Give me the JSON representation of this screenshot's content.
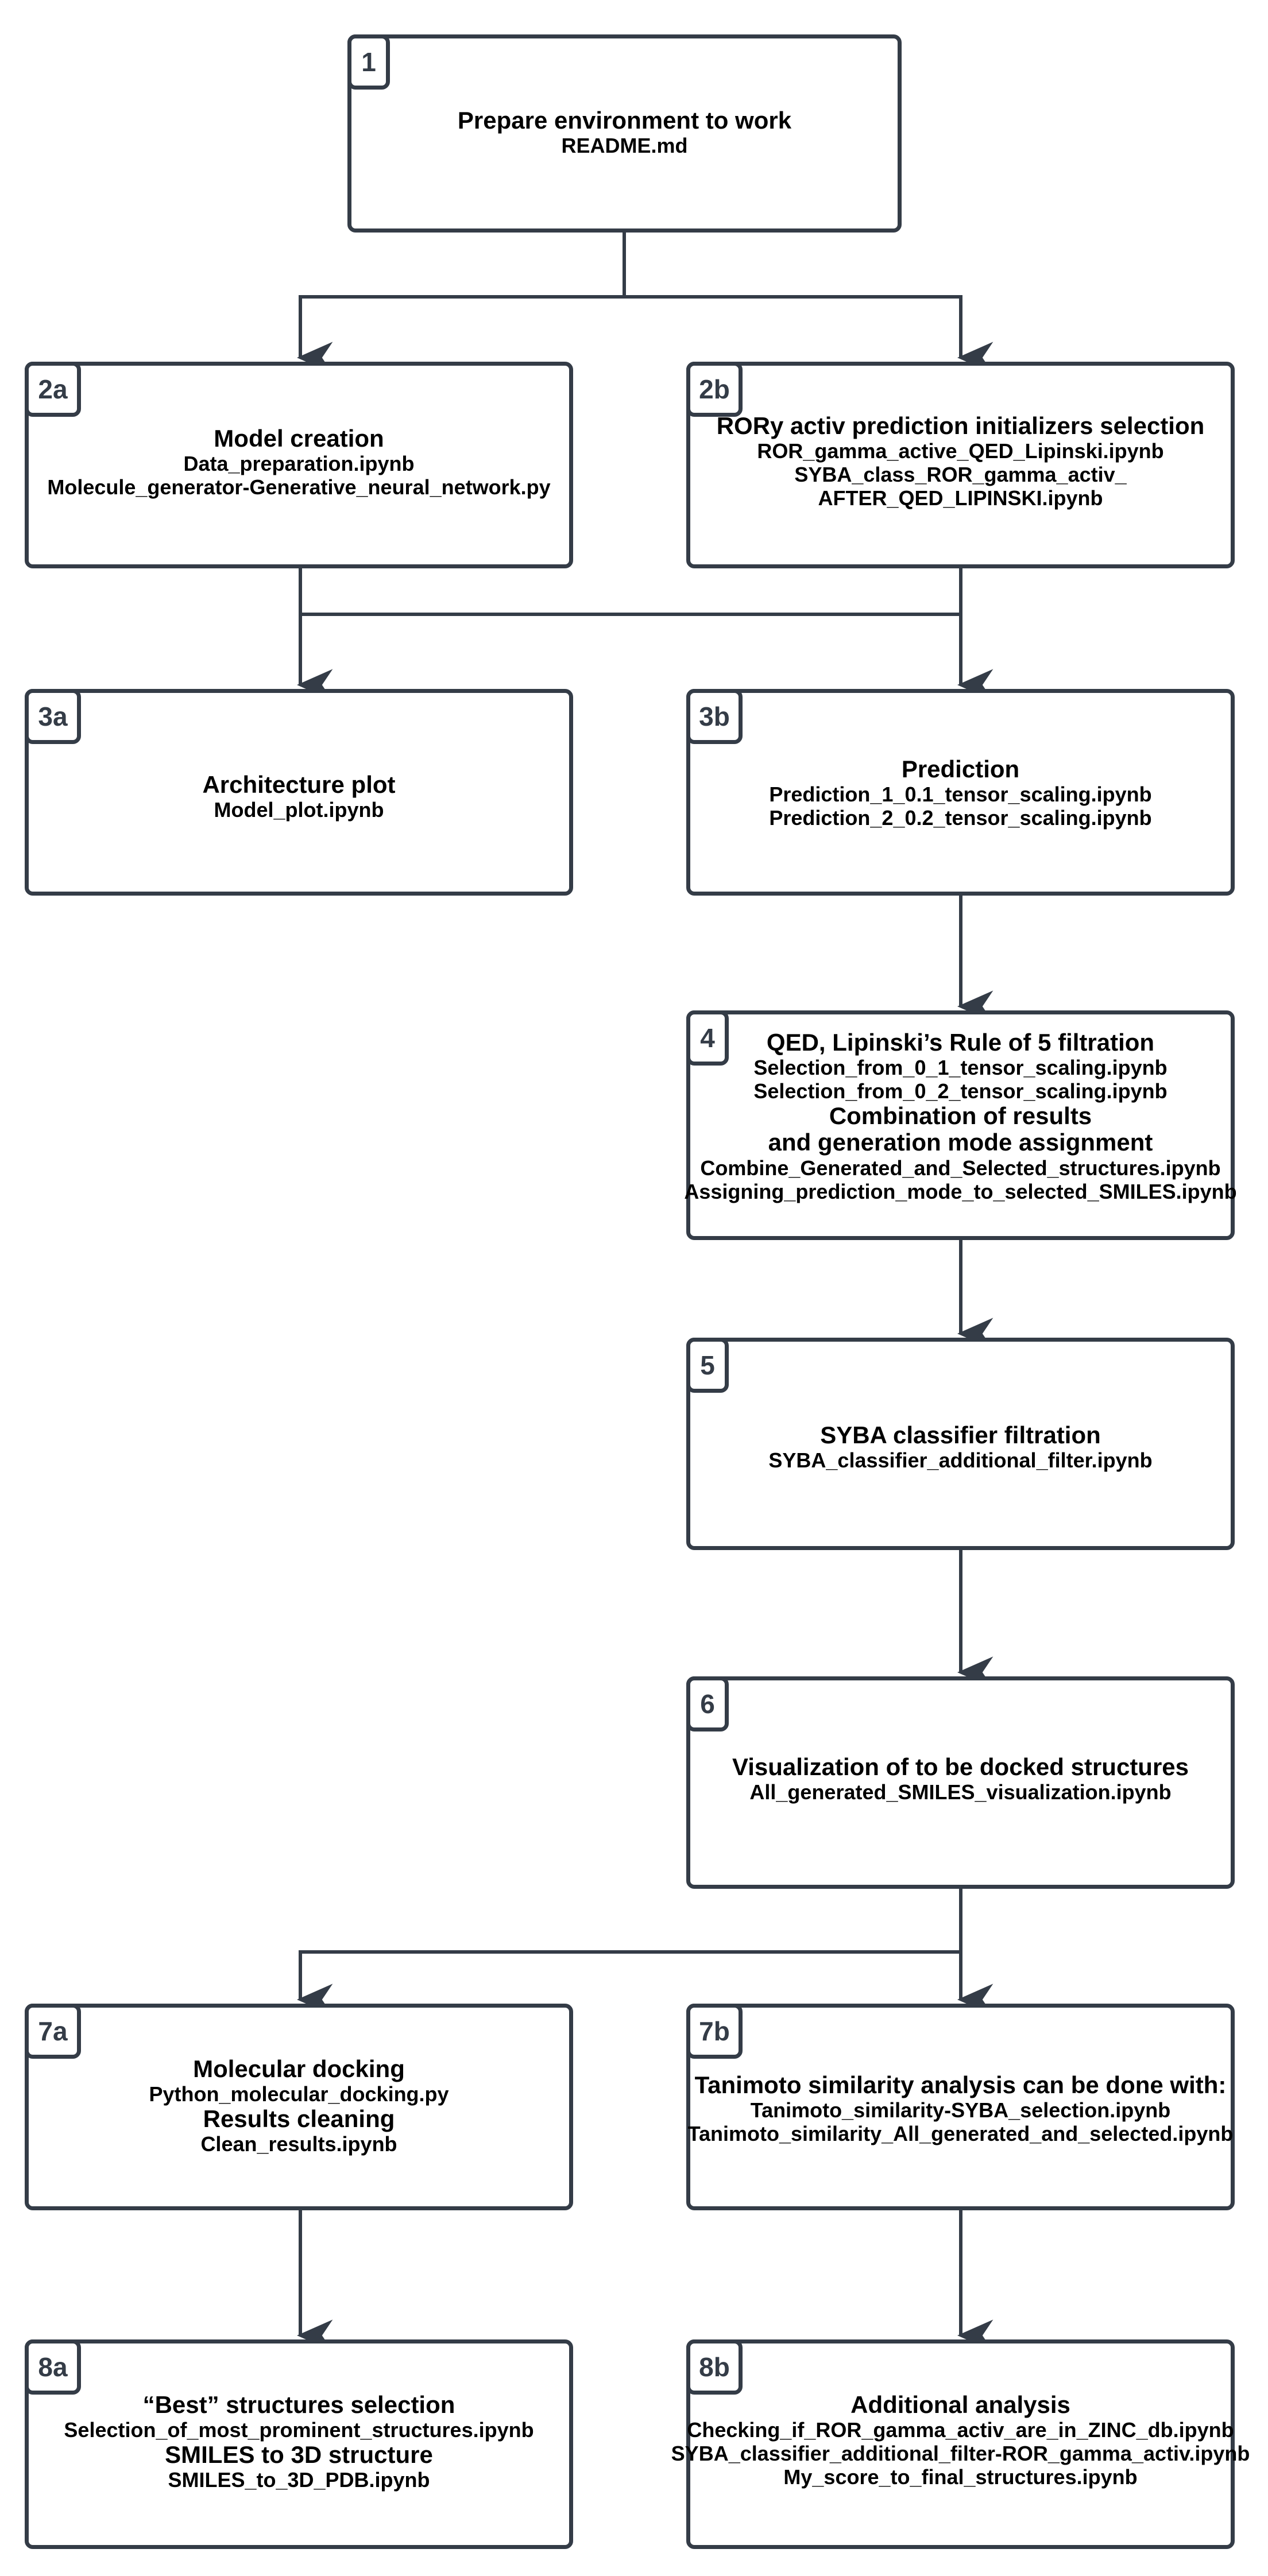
{
  "diagram": {
    "title": "Project workflow flowchart",
    "stroke_color": "#343c47",
    "text_color": "#000000",
    "background": "#ffffff"
  },
  "nodes": [
    {
      "id": "n1",
      "badge": "1",
      "lines": [
        {
          "text": "Prepare environment to work",
          "style": "title"
        },
        {
          "text": "README.md",
          "style": "sub"
        }
      ]
    },
    {
      "id": "n2a",
      "badge": "2a",
      "lines": [
        {
          "text": "Model creation",
          "style": "title"
        },
        {
          "text": "Data_preparation.ipynb",
          "style": "sub"
        },
        {
          "text": "Molecule_generator-Generative_neural_network.py",
          "style": "sub"
        }
      ]
    },
    {
      "id": "n2b",
      "badge": "2b",
      "lines": [
        {
          "text": "RORy activ prediction initializers selection",
          "style": "title"
        },
        {
          "text": "ROR_gamma_active_QED_Lipinski.ipynb",
          "style": "sub"
        },
        {
          "text": "SYBA_class_ROR_gamma_activ_",
          "style": "sub"
        },
        {
          "text": "AFTER_QED_LIPINSKI.ipynb",
          "style": "sub"
        }
      ]
    },
    {
      "id": "n3a",
      "badge": "3a",
      "lines": [
        {
          "text": "Architecture plot",
          "style": "title"
        },
        {
          "text": "Model_plot.ipynb",
          "style": "sub"
        }
      ]
    },
    {
      "id": "n3b",
      "badge": "3b",
      "lines": [
        {
          "text": "Prediction",
          "style": "title"
        },
        {
          "text": "Prediction_1_0.1_tensor_scaling.ipynb",
          "style": "sub"
        },
        {
          "text": "Prediction_2_0.2_tensor_scaling.ipynb",
          "style": "sub"
        }
      ]
    },
    {
      "id": "n4",
      "badge": "4",
      "lines": [
        {
          "text": "QED, Lipinski’s Rule of 5 filtration",
          "style": "title"
        },
        {
          "text": "Selection_from_0_1_tensor_scaling.ipynb",
          "style": "sub"
        },
        {
          "text": "Selection_from_0_2_tensor_scaling.ipynb",
          "style": "sub"
        },
        {
          "text": "Combination of results",
          "style": "title"
        },
        {
          "text": "and generation mode assignment",
          "style": "title"
        },
        {
          "text": "Combine_Generated_and_Selected_structures.ipynb",
          "style": "sub"
        },
        {
          "text": "Assigning_prediction_mode_to_selected_SMILES.ipynb",
          "style": "sub"
        }
      ]
    },
    {
      "id": "n5",
      "badge": "5",
      "lines": [
        {
          "text": "SYBA classifier filtration",
          "style": "title"
        },
        {
          "text": "SYBA_classifier_additional_filter.ipynb",
          "style": "sub"
        }
      ]
    },
    {
      "id": "n6",
      "badge": "6",
      "lines": [
        {
          "text": "Visualization of to be docked structures",
          "style": "title"
        },
        {
          "text": "All_generated_SMILES_visualization.ipynb",
          "style": "sub"
        }
      ]
    },
    {
      "id": "n7a",
      "badge": "7a",
      "lines": [
        {
          "text": "Molecular docking",
          "style": "title"
        },
        {
          "text": "Python_molecular_docking.py",
          "style": "sub"
        },
        {
          "text": "Results cleaning",
          "style": "title"
        },
        {
          "text": "Clean_results.ipynb",
          "style": "sub"
        }
      ]
    },
    {
      "id": "n7b",
      "badge": "7b",
      "lines": [
        {
          "text": "Tanimoto similarity analysis can be done with:",
          "style": "title"
        },
        {
          "text": "Tanimoto_similarity-SYBA_selection.ipynb",
          "style": "sub"
        },
        {
          "text": "Tanimoto_similarity_All_generated_and_selected.ipynb",
          "style": "sub"
        }
      ]
    },
    {
      "id": "n8a",
      "badge": "8a",
      "lines": [
        {
          "text": "“Best” structures selection",
          "style": "title"
        },
        {
          "text": "Selection_of_most_prominent_structures.ipynb",
          "style": "sub"
        },
        {
          "text": "SMILES to 3D structure",
          "style": "title"
        },
        {
          "text": "SMILES_to_3D_PDB.ipynb",
          "style": "sub"
        }
      ]
    },
    {
      "id": "n8b",
      "badge": "8b",
      "lines": [
        {
          "text": "Additional analysis",
          "style": "title"
        },
        {
          "text": "Checking_if_ROR_gamma_activ_are_in_ZINC_db.ipynb",
          "style": "sub"
        },
        {
          "text": "SYBA_classifier_additional_filter-ROR_gamma_activ.ipynb",
          "style": "sub"
        },
        {
          "text": "My_score_to_final_structures.ipynb",
          "style": "sub"
        }
      ]
    }
  ],
  "edges": [
    {
      "from": "n1",
      "to": "n2a"
    },
    {
      "from": "n1",
      "to": "n2b"
    },
    {
      "from": "n2a",
      "to": "n3a"
    },
    {
      "from": "n2b",
      "to": "n3b"
    },
    {
      "from": "n3b",
      "to": "n4"
    },
    {
      "from": "n4",
      "to": "n5"
    },
    {
      "from": "n5",
      "to": "n6"
    },
    {
      "from": "n6",
      "to": "n7a"
    },
    {
      "from": "n6",
      "to": "n7b"
    },
    {
      "from": "n7a",
      "to": "n8a"
    },
    {
      "from": "n7b",
      "to": "n8b"
    }
  ]
}
